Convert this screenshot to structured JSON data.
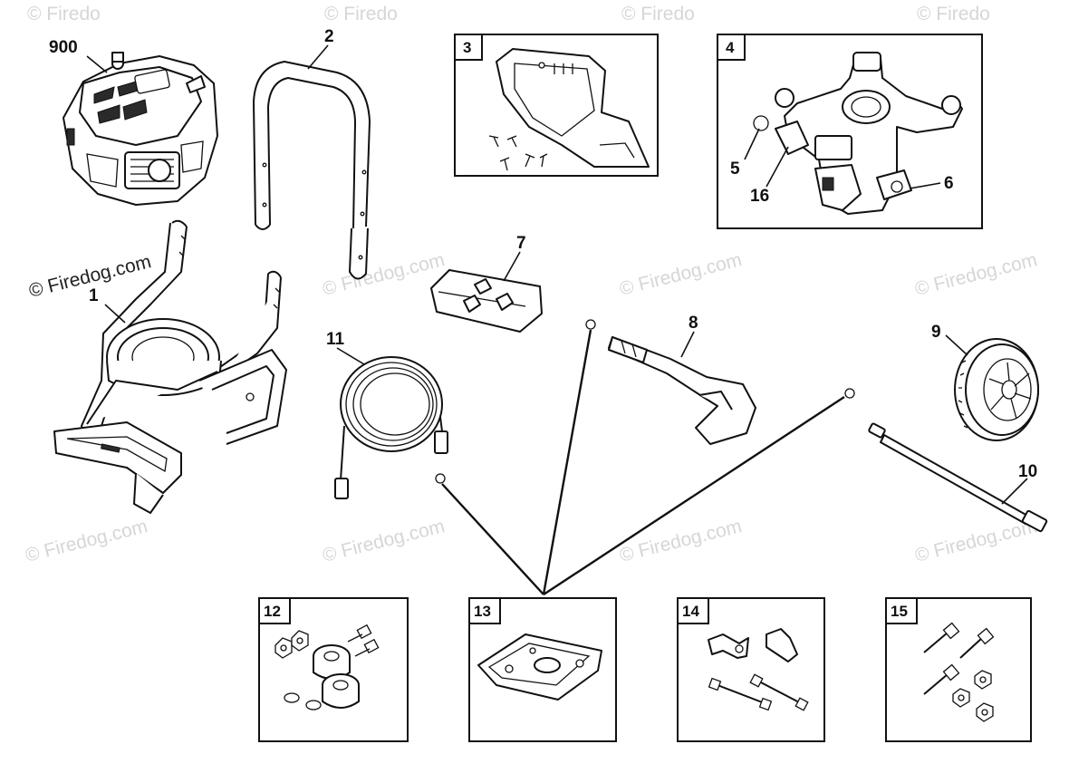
{
  "watermark": {
    "brand": "© Firedog.com",
    "cut": "© Firedo"
  },
  "callouts": {
    "c900": "900",
    "c1": "1",
    "c2": "2",
    "c5": "5",
    "c6": "6",
    "c7": "7",
    "c8": "8",
    "c9": "9",
    "c10": "10",
    "c11": "11",
    "c16": "16"
  },
  "boxes": {
    "b3": "3",
    "b4": "4",
    "b12": "12",
    "b13": "13",
    "b14": "14",
    "b15": "15"
  },
  "colors": {
    "line": "#111111",
    "watermark": "#d6d6d6",
    "background": "#ffffff"
  }
}
